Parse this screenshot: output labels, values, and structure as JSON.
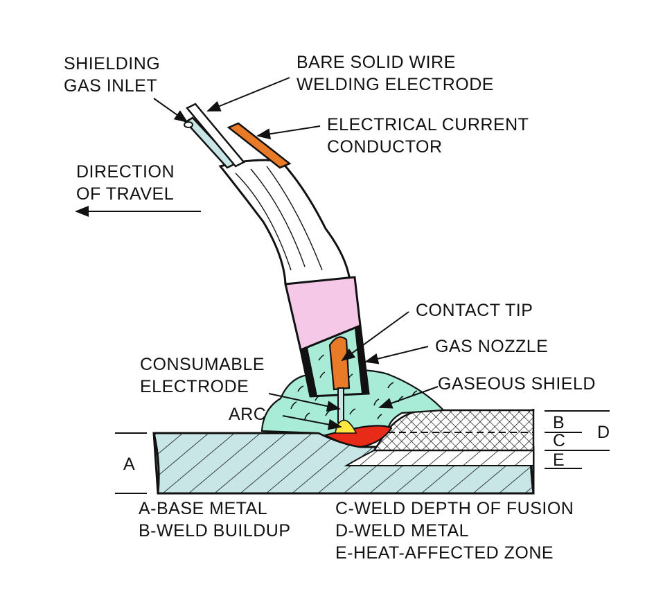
{
  "diagram": {
    "labels": {
      "shielding_gas_inlet": [
        "SHIELDING",
        "GAS INLET"
      ],
      "bare_solid_wire": [
        "BARE SOLID WIRE",
        "WELDING ELECTRODE"
      ],
      "electrical_conductor": [
        "ELECTRICAL CURRENT",
        "CONDUCTOR"
      ],
      "direction_of_travel": [
        "DIRECTION",
        "OF TRAVEL"
      ],
      "contact_tip": "CONTACT TIP",
      "gas_nozzle": "GAS NOZZLE",
      "consumable_electrode": [
        "CONSUMABLE",
        "ELECTRODE"
      ],
      "gaseous_shield": "GASEOUS SHIELD",
      "arc": "ARC"
    },
    "zone_letters": {
      "a": "A",
      "b": "B",
      "c": "C",
      "d": "D",
      "e": "E"
    },
    "legend_left": [
      "A-BASE METAL",
      "B-WELD BUILDUP"
    ],
    "legend_right": [
      "C-WELD DEPTH OF FUSION",
      "D-WELD METAL",
      "E-HEAT-AFFECTED ZONE"
    ],
    "colors": {
      "base_metal": "#c8e6e6",
      "shield_gas": "#a8ecd8",
      "nozzle_band": "#f6c8e8",
      "hose": "#ffffff",
      "conductor": "#e87a28",
      "weld_pool": "#e82a18",
      "arc": "#ffe640",
      "outline": "#111111"
    }
  }
}
